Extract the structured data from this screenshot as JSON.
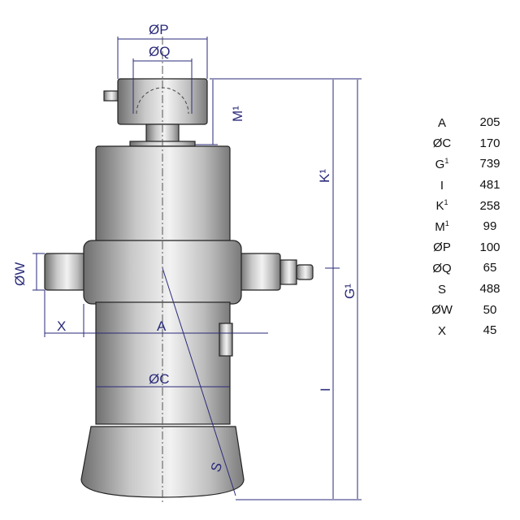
{
  "drawing": {
    "labels": {
      "p": "ØP",
      "q": "ØQ",
      "m": "M¹",
      "k": "K¹",
      "g": "G¹",
      "w": "ØW",
      "x": "X",
      "a": "A",
      "c": "ØC",
      "i": "I",
      "s": "S"
    },
    "colors": {
      "dimension": "#2a2a7a",
      "body": "#b8b8b8"
    }
  },
  "table": {
    "rows": [
      {
        "key": "A",
        "sup": "",
        "value": "205"
      },
      {
        "key": "ØC",
        "sup": "",
        "value": "170"
      },
      {
        "key": "G",
        "sup": "1",
        "value": "739"
      },
      {
        "key": "I",
        "sup": "",
        "value": "481"
      },
      {
        "key": "K",
        "sup": "1",
        "value": "258"
      },
      {
        "key": "M",
        "sup": "1",
        "value": "99"
      },
      {
        "key": "ØP",
        "sup": "",
        "value": "100"
      },
      {
        "key": "ØQ",
        "sup": "",
        "value": "65"
      },
      {
        "key": "S",
        "sup": "",
        "value": "488"
      },
      {
        "key": "ØW",
        "sup": "",
        "value": "50"
      },
      {
        "key": "X",
        "sup": "",
        "value": "45"
      }
    ]
  }
}
